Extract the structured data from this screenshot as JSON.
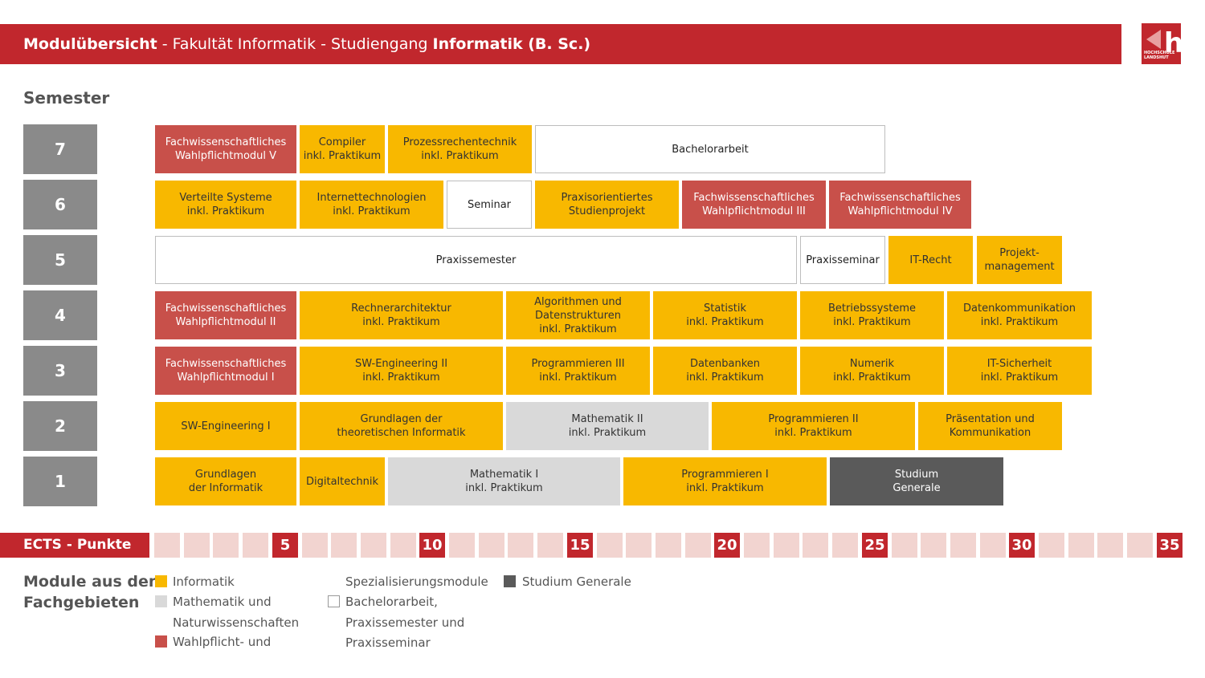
{
  "header": {
    "title_bold": "Modulübersicht",
    "title_mid": " - Fakultät Informatik - Studiengang ",
    "title_program": "Informatik (B. Sc.)"
  },
  "logo": {
    "mark": "hl",
    "text": "HOCHSCHULE\nLANDSHUT"
  },
  "semester_title": "Semester",
  "semesters": [
    "7",
    "6",
    "5",
    "4",
    "3",
    "2",
    "1"
  ],
  "modules": {
    "s7": [
      "Fachwissenschaftliches\nWahlpflichtmodul V",
      "Compiler\ninkl. Praktikum",
      "Prozessrechentechnik\ninkl. Praktikum",
      "Bachelorarbeit"
    ],
    "s6": [
      "Verteilte Systeme\ninkl. Praktikum",
      "Internettechnologien\ninkl. Praktikum",
      "Seminar",
      "Praxisorientiertes\nStudienprojekt",
      "Fachwissenschaftliches\nWahlpflichtmodul III",
      "Fachwissenschaftliches\nWahlpflichtmodul IV"
    ],
    "s5": [
      "Praxissemester",
      "Praxisseminar",
      "IT-Recht",
      "Projekt-\nmanagement"
    ],
    "s4": [
      "Fachwissenschaftliches\nWahlpflichtmodul II",
      "Rechnerarchitektur\ninkl. Praktikum",
      "Algorithmen und\nDatenstrukturen\ninkl. Praktikum",
      "Statistik\ninkl. Praktikum",
      "Betriebssysteme\ninkl. Praktikum",
      "Datenkommunikation\ninkl. Praktikum"
    ],
    "s3": [
      "Fachwissenschaftliches\nWahlpflichtmodul I",
      "SW-Engineering II\ninkl. Praktikum",
      "Programmieren III\ninkl. Praktikum",
      "Datenbanken\ninkl. Praktikum",
      "Numerik\ninkl. Praktikum",
      "IT-Sicherheit\ninkl. Praktikum"
    ],
    "s2": [
      "SW-Engineering I",
      "Grundlagen der\ntheoretischen Informatik",
      "Mathematik II\ninkl. Praktikum",
      "Programmieren II\ninkl. Praktikum",
      "Präsentation und\nKommunikation"
    ],
    "s1": [
      "Grundlagen\nder Informatik",
      "Digitaltechnik",
      "Mathematik I\ninkl. Praktikum",
      "Programmieren I\ninkl. Praktikum",
      "Studium\nGenerale"
    ]
  },
  "ects": {
    "label": "ECTS - Punkte",
    "marks": [
      "5",
      "10",
      "15",
      "20",
      "25",
      "30",
      "35"
    ]
  },
  "legend": {
    "title": "Module aus den\nFachgebieten",
    "informatik": "Informatik",
    "mathematik": "Mathematik und\nNaturwissenschaften",
    "wahlpflicht": "Wahlpflicht- und",
    "spezialisierung": "Spezialisierungsmodule",
    "bachelorarbeit": "Bachelorarbeit,\nPraxissemester und\nPraxisseminar",
    "studium_generale": "Studium Generale"
  },
  "colors": {
    "brand": "#c1272d",
    "informatik": "#f8b800",
    "wahlpflicht": "#c8504a",
    "mathematik": "#d9d9d9",
    "studium_generale": "#5a5a5a",
    "semester_box": "#8a8a8a",
    "ects_cell": "#f2d4d0"
  }
}
